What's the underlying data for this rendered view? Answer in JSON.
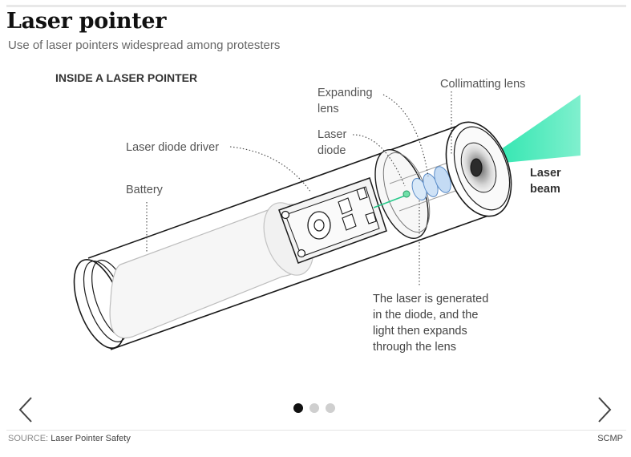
{
  "header": {
    "title": "Laser pointer",
    "subtitle": "Use of laser pointers widespread among protesters"
  },
  "diagram": {
    "section_title": "INSIDE A LASER POINTER",
    "labels": {
      "laser_diode_driver": "Laser diode driver",
      "battery": "Battery",
      "expanding_lens_line1": "Expanding",
      "expanding_lens_line2": "lens",
      "laser_diode_line1": "Laser",
      "laser_diode_line2": "diode",
      "collimating_lens": "Collimatting lens",
      "laser_beam_line1": "Laser",
      "laser_beam_line2": "beam"
    },
    "note_lines": [
      "The laser is generated",
      "in the diode, and the",
      "light then expands",
      "through the lens"
    ],
    "colors": {
      "beam": "#19e3a6",
      "lens": "#bcd6f2",
      "outline": "#1a1a1a"
    }
  },
  "carousel": {
    "prev_icon": "chevron-left-icon",
    "next_icon": "chevron-right-icon",
    "pages": 3,
    "active_page": 1
  },
  "footer": {
    "source_prefix": "SOURCE:",
    "source_name": "Laser Pointer Safety",
    "credit": "SCMP"
  }
}
